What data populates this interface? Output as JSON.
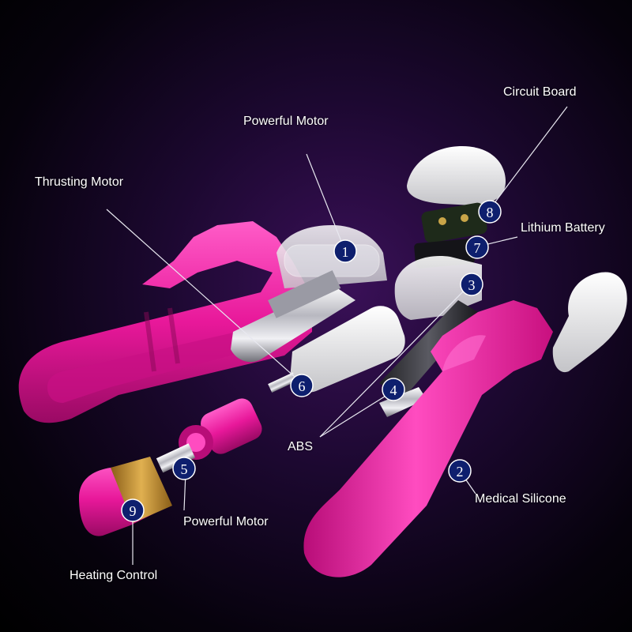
{
  "colors": {
    "pink": "#e8189a",
    "pink_light": "#ff4cc0",
    "badge": "#0e1f6e",
    "silver": "#d8d8dc",
    "white_shell": "#f2f2f2",
    "gold": "#c0902e"
  },
  "callouts": [
    {
      "number": "1",
      "label": "Powerful Motor"
    },
    {
      "number": "2",
      "label": "Medical Silicone"
    },
    {
      "number": "3",
      "label": "ABS"
    },
    {
      "number": "4",
      "label": ""
    },
    {
      "number": "5",
      "label": "Powerful Motor"
    },
    {
      "number": "6",
      "label": "Thrusting Motor"
    },
    {
      "number": "7",
      "label": "Lithium Battery"
    },
    {
      "number": "8",
      "label": "Circuit Board"
    },
    {
      "number": "9",
      "label": "Heating Control"
    }
  ]
}
